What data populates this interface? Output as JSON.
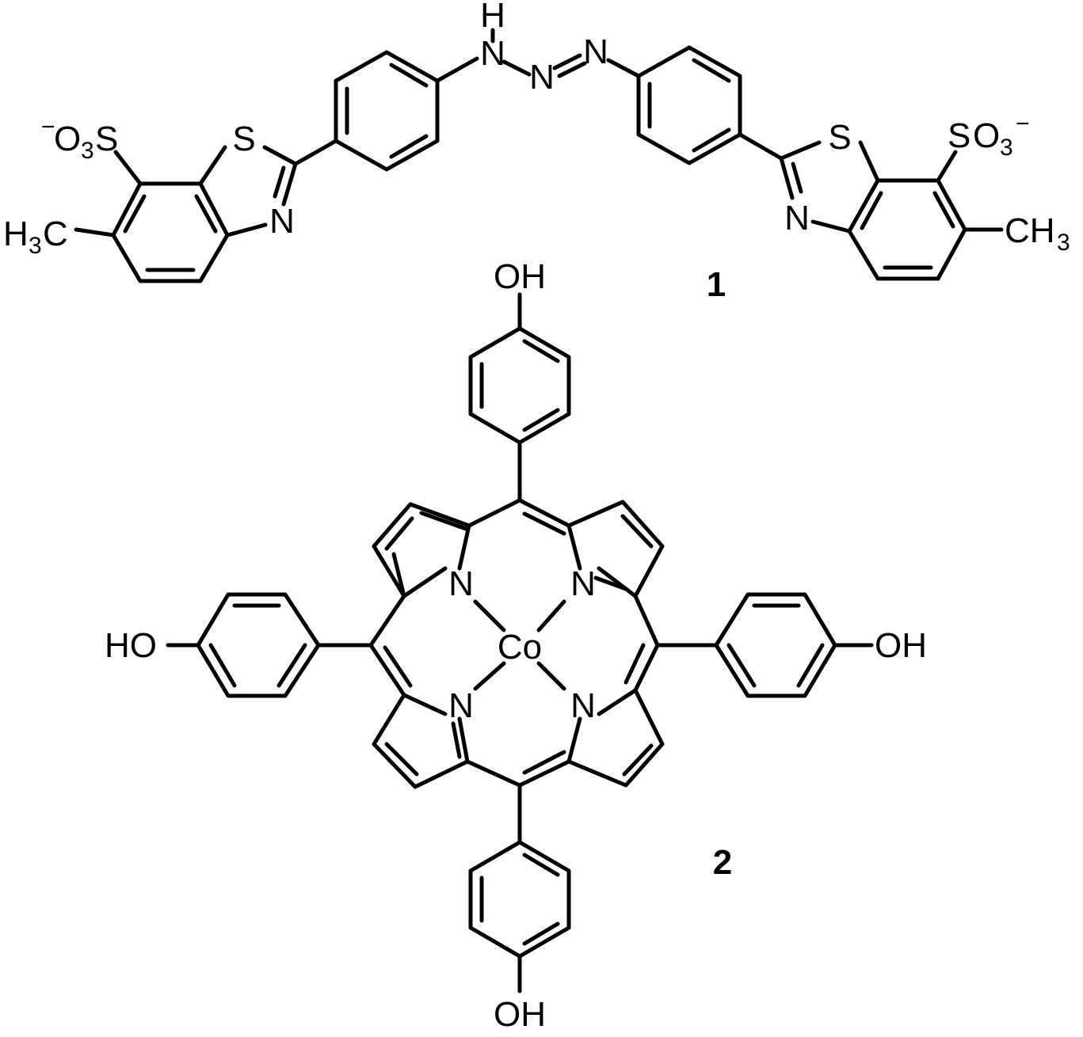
{
  "compound_1": {
    "number": "1",
    "atoms": {
      "nh_h": "H",
      "nh_n": "N",
      "n_mid": "N",
      "n_right": "N",
      "s_left": "S",
      "n_left_ring": "N",
      "s_right": "S",
      "n_right_ring": "N",
      "so3_left_charge": "−",
      "so3_left_o": "O",
      "so3_left_sub": "3",
      "so3_left_s": "S",
      "so3_right_s": "S",
      "so3_right_o": "O",
      "so3_right_sub": "3",
      "so3_right_charge": "−",
      "ch3_left_h": "H",
      "ch3_left_sub": "3",
      "ch3_left_c": "C",
      "ch3_right": "CH",
      "ch3_right_sub": "3"
    }
  },
  "compound_2": {
    "number": "2",
    "atoms": {
      "oh_top": "OH",
      "oh_right": "OH",
      "oh_bottom": "OH",
      "oh_left": "HO",
      "metal": "Co",
      "n_tl": "N",
      "n_tr": "N",
      "n_bl": "N",
      "n_br": "N"
    }
  }
}
